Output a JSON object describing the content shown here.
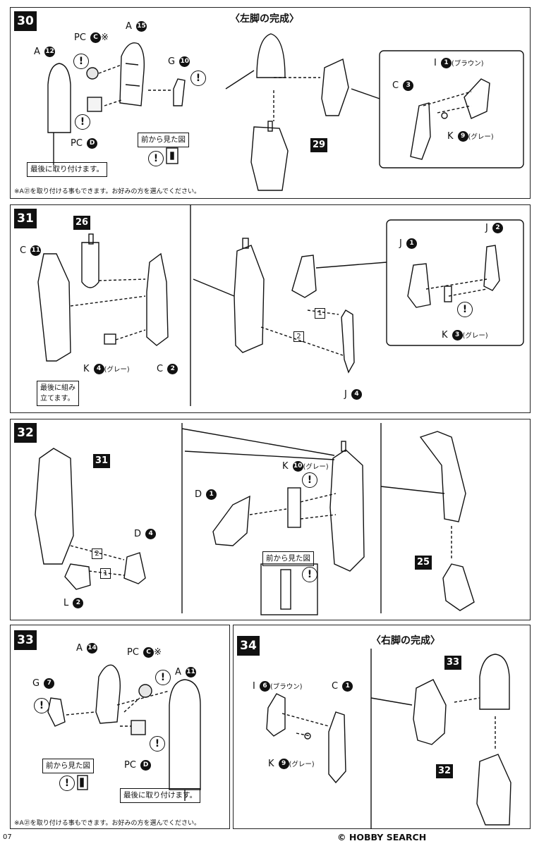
{
  "steps": {
    "s30": {
      "number": "30",
      "title": "〈左脚の完成〉",
      "part_a12": {
        "letter": "A",
        "num": "12"
      },
      "part_pc_c": {
        "letter": "PC",
        "num": "C",
        "mark": "※"
      },
      "part_a15": {
        "letter": "A",
        "num": "15"
      },
      "part_g10": {
        "letter": "G",
        "num": "10"
      },
      "part_pc_d": {
        "letter": "PC",
        "num": "D"
      },
      "front_view": "前から見た図",
      "last_attach": "最後に取り付けます。",
      "footnote": "※A㉑を取り付ける事もできます。お好みの方を選んでください。",
      "part_i1": {
        "letter": "I",
        "num": "1",
        "color": "(ブラウン)"
      },
      "part_c3": {
        "letter": "C",
        "num": "3"
      },
      "part_k9": {
        "letter": "K",
        "num": "9",
        "color": "(グレー)"
      },
      "ref29": "29"
    },
    "s31": {
      "number": "31",
      "ref26": "26",
      "part_c11": {
        "letter": "C",
        "num": "11"
      },
      "part_k4": {
        "letter": "K",
        "num": "4",
        "color": "(グレー)"
      },
      "part_c2": {
        "letter": "C",
        "num": "2"
      },
      "last_assemble": "最後に組み\n立てます。",
      "order1": "1",
      "order2": "2",
      "part_j4": {
        "letter": "J",
        "num": "4"
      },
      "part_j1": {
        "letter": "J",
        "num": "1"
      },
      "part_j2": {
        "letter": "J",
        "num": "2"
      },
      "part_k3": {
        "letter": "K",
        "num": "3",
        "color": "(グレー)"
      }
    },
    "s32": {
      "number": "32",
      "ref31": "31",
      "part_d4": {
        "letter": "D",
        "num": "4"
      },
      "part_l2": {
        "letter": "L",
        "num": "2"
      },
      "order1": "1",
      "order2": "2",
      "part_d1": {
        "letter": "D",
        "num": "1"
      },
      "part_k10": {
        "letter": "K",
        "num": "10",
        "color": "(グレー)"
      },
      "front_view": "前から見た図",
      "ref25": "25"
    },
    "s33": {
      "number": "33",
      "part_a14": {
        "letter": "A",
        "num": "14"
      },
      "part_pc_c": {
        "letter": "PC",
        "num": "C",
        "mark": "※"
      },
      "part_a11": {
        "letter": "A",
        "num": "11"
      },
      "part_g7": {
        "letter": "G",
        "num": "7"
      },
      "part_pc_d": {
        "letter": "PC",
        "num": "D"
      },
      "front_view": "前から見た図",
      "last_attach": "最後に取り付けます。",
      "footnote": "※A㉑を取り付ける事もできます。お好みの方を選んでください。"
    },
    "s34": {
      "number": "34",
      "title": "〈右脚の完成〉",
      "part_i6": {
        "letter": "I",
        "num": "6",
        "color": "(ブラウン)"
      },
      "part_c1": {
        "letter": "C",
        "num": "1"
      },
      "part_k9": {
        "letter": "K",
        "num": "9",
        "color": "(グレー)"
      },
      "ref33": "33",
      "ref32": "32"
    }
  },
  "page_number": "07",
  "watermark": "© HOBBY SEARCH",
  "icons": {
    "caution": "exclamation-circle-icon"
  }
}
